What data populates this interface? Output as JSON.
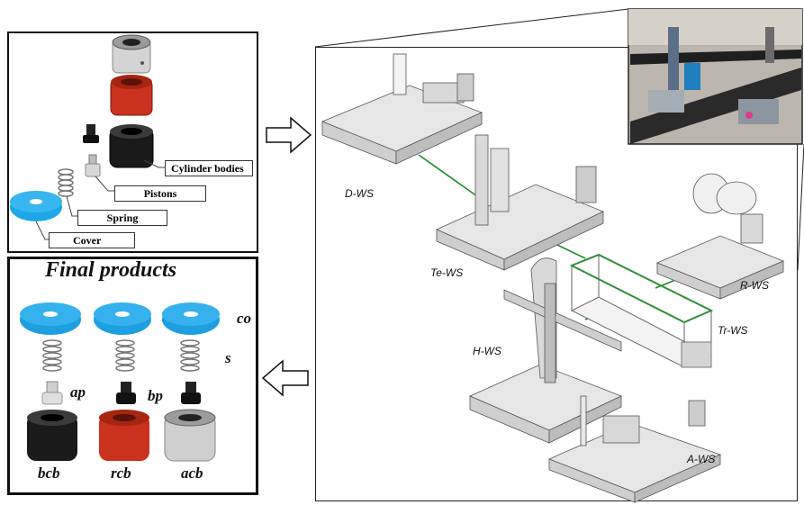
{
  "components_panel": {
    "callouts": {
      "cylinder_bodies": "Cylinder bodies",
      "pistons": "Pistons",
      "spring": "Spring",
      "cover": "Cover"
    }
  },
  "products_panel": {
    "title": "Final products",
    "side_labels": {
      "co": "co",
      "s": "s",
      "ap": "ap",
      "bp": "bp"
    },
    "bottom_labels": {
      "bcb": "bcb",
      "rcb": "rcb",
      "acb": "acb"
    }
  },
  "workstations": {
    "d_ws": "D-WS",
    "te_ws": "Te-WS",
    "r_ws": "R-WS",
    "tr_ws": "Tr-WS",
    "h_ws": "H-WS",
    "a_ws": "A-WS"
  },
  "colors": {
    "cover_blue": "#1ea7e8",
    "body_red": "#c8321e",
    "body_black": "#1a1a1a",
    "body_silver": "#c9c9c9",
    "link_green": "#1f8a2a"
  }
}
